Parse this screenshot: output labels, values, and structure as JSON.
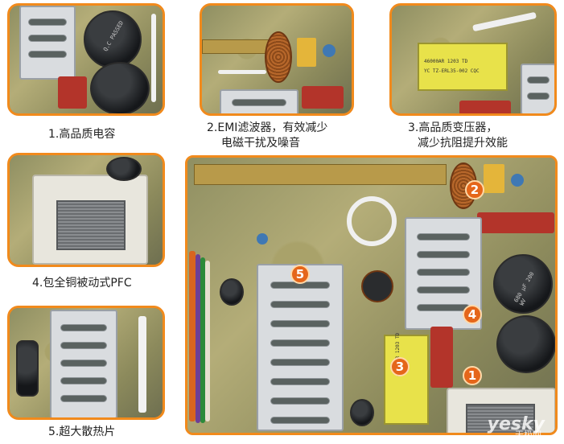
{
  "captions": {
    "c1": "1.高品质电容",
    "c2_line1": "2.EMI滤波器，有效减少",
    "c2_line2": "电磁干扰及噪音",
    "c3_line1": "3.高品质变压器，",
    "c3_line2": "减少抗阻提升效能",
    "c4": "4.包全铜被动式PFC",
    "c5": "5.超大散热片"
  },
  "badges": [
    "1",
    "2",
    "3",
    "4",
    "5"
  ],
  "component_labels": {
    "cap_text": "680 μF 200 WV",
    "cap_passed": "Q.C PASSED",
    "transformer_line1": "46000AR 1203 TD",
    "transformer_line2": "YC TZ-ERL35-002 CQC"
  },
  "watermark": {
    "main": "yesky",
    "sub": "天极网"
  },
  "colors": {
    "frame": "#f18a1c",
    "badge": "#e5661a",
    "caption_text": "#222222"
  }
}
